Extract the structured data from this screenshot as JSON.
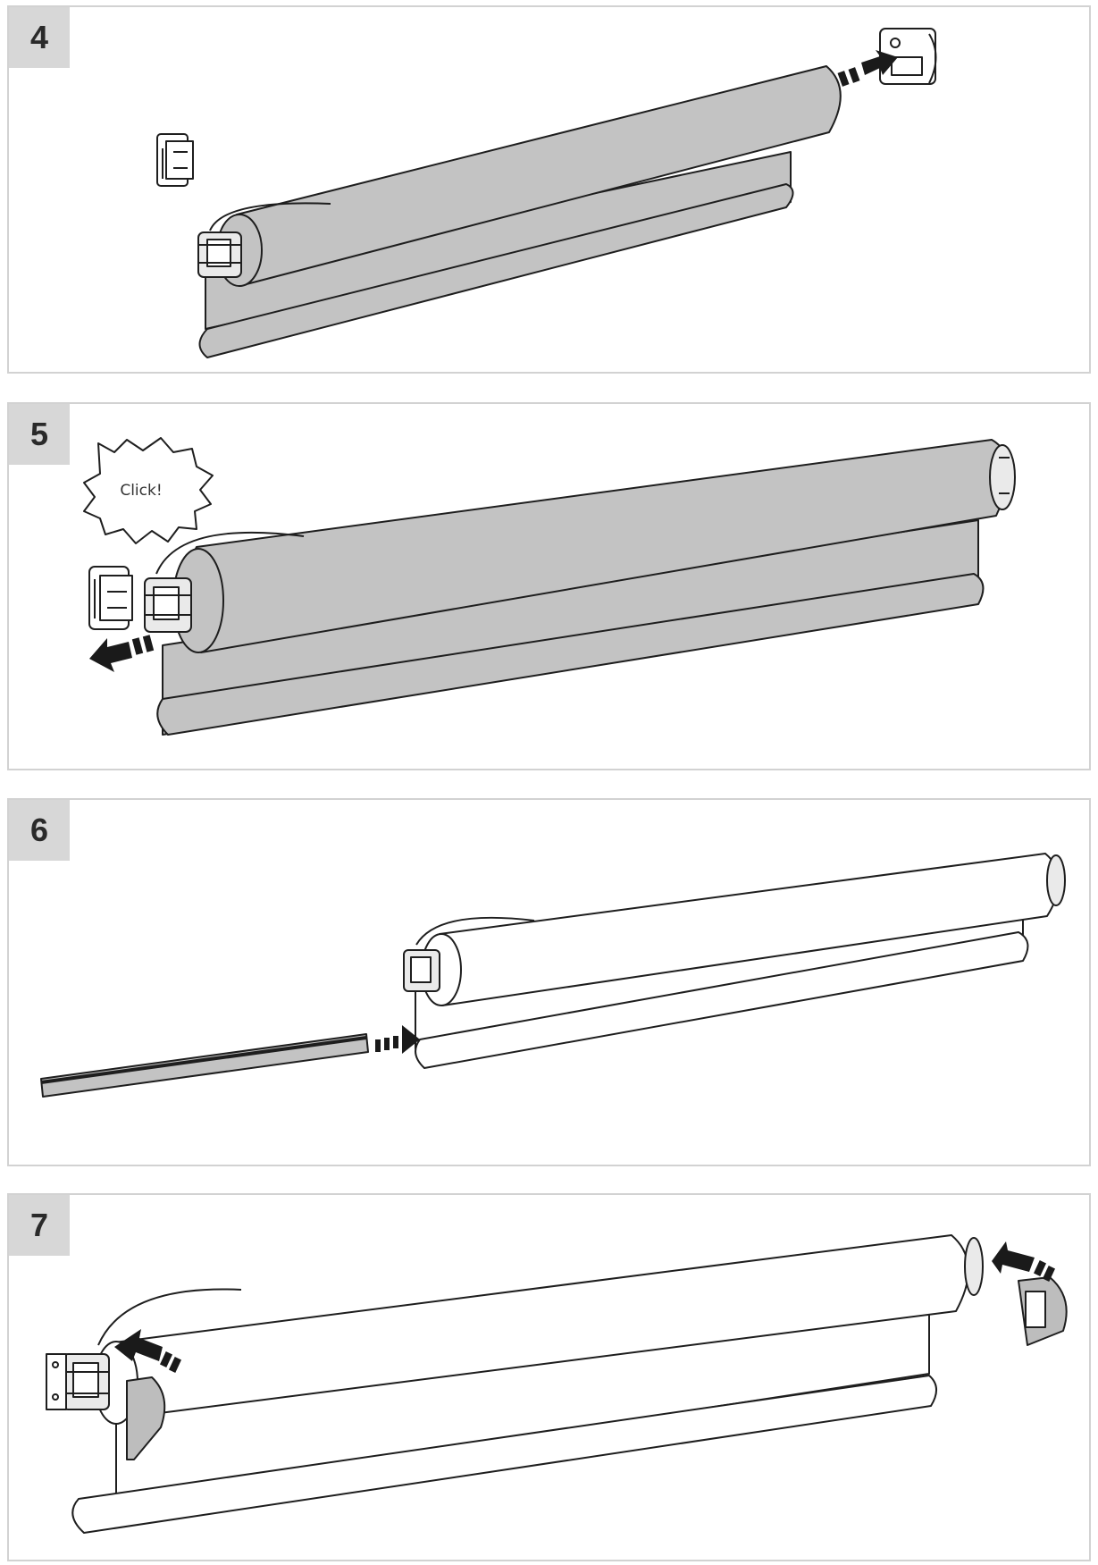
{
  "panels": [
    {
      "step": "4"
    },
    {
      "step": "5",
      "callout": "Click!"
    },
    {
      "step": "6"
    },
    {
      "step": "7"
    }
  ],
  "colors": {
    "roller_fill": "#c3c3c3",
    "roller_fill_light": "#ffffff",
    "stroke": "#1e1e1e",
    "badge": "#d7d7d7",
    "frame": "#d2d2d2",
    "arrow": "#1a1a1a"
  }
}
